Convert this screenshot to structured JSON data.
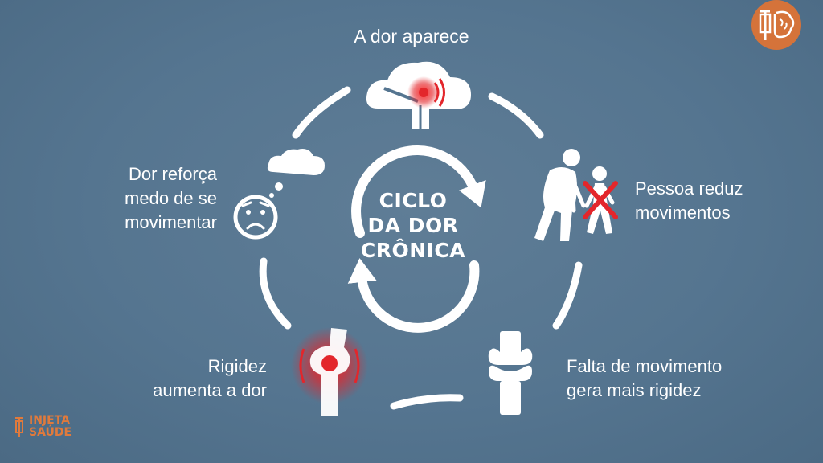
{
  "center": {
    "line1": "CICLO",
    "line2": "DA DOR",
    "line3": "CRÔNICA"
  },
  "steps": {
    "top": {
      "lines": [
        "A dor aparece"
      ],
      "icon": "cloud-joint-pain-icon"
    },
    "right": {
      "lines": [
        "Pessoa reduz",
        "movimentos"
      ],
      "icon": "hunched-person-no-walking-icon"
    },
    "bottom_right": {
      "lines": [
        "Falta de movimento",
        "gera mais rigidez"
      ],
      "icon": "knee-joint-icon"
    },
    "bottom_left": {
      "lines": [
        "Rigidez",
        "aumenta a dor"
      ],
      "icon": "inflamed-knee-icon"
    },
    "left": {
      "lines": [
        "Dor reforça",
        "medo de se",
        "movimentar"
      ],
      "icon": "worried-face-thought-icon"
    }
  },
  "brand": {
    "line1": "INJETA",
    "line2": "SAÚDE",
    "badge_icon": "syringe-brain-icon"
  },
  "colors": {
    "background": "#557590",
    "accent_red": "#e3262b",
    "brand_orange": "#d5733a",
    "white": "#ffffff"
  }
}
